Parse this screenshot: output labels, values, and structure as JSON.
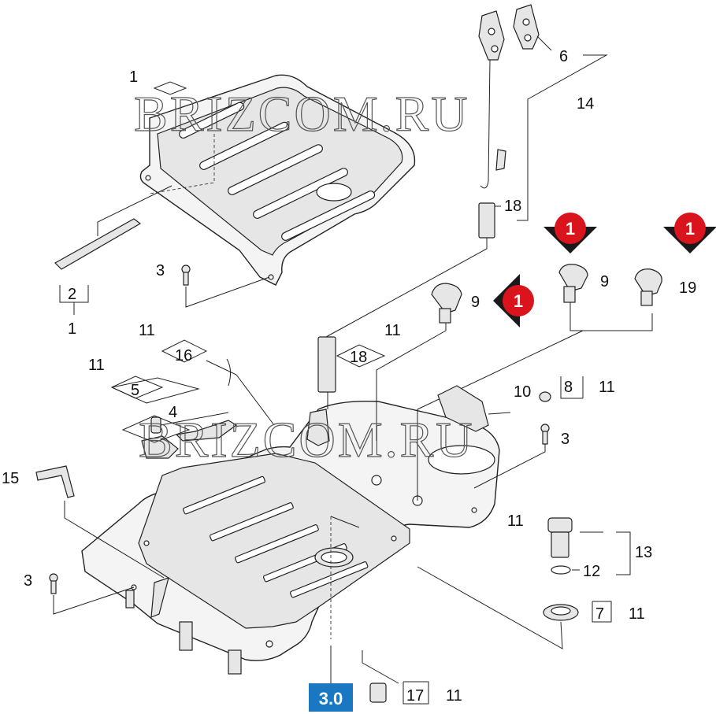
{
  "watermark": "BRIZCOM.RU",
  "section_label": "3.0",
  "colors": {
    "badge_bg": "#1a78c2",
    "warning_red": "#d9141c",
    "warning_dark": "#1a1a1a",
    "line": "#222222"
  },
  "callouts": {
    "c1_top": "1",
    "c2": "2",
    "c1_bottom": "1",
    "c3_a": "3",
    "c6": "6",
    "c14": "14",
    "c18_top": "18",
    "c9_left": "9",
    "c9_right": "9",
    "c19": "19",
    "c11_16": "11",
    "c16": "16",
    "c11_18": "11",
    "c18_mid": "18",
    "c11_5": "11",
    "c5": "5",
    "c4": "4",
    "c10": "10",
    "c8": "8",
    "c11_8": "11",
    "c3_b": "3",
    "c15": "15",
    "c11_base": "11",
    "c13": "13",
    "c12": "12",
    "c3_c": "3",
    "c7": "7",
    "c11_7": "11",
    "c17": "17",
    "c11_17": "11"
  },
  "warnings": [
    {
      "name": "warning-down-left",
      "text": "1"
    },
    {
      "name": "warning-down-right",
      "text": "1"
    },
    {
      "name": "warning-left",
      "text": "1"
    }
  ]
}
